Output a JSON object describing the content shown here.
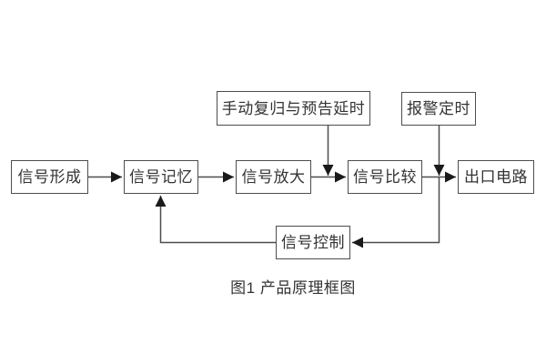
{
  "diagram": {
    "caption": "图1 产品原理框图",
    "colors": {
      "background": "#ffffff",
      "line": "#4d4d4d",
      "arrowhead": "#1a1a1a",
      "text": "#333333"
    },
    "nodes": {
      "signal_forming": {
        "label": "信号形成"
      },
      "signal_memory": {
        "label": "信号记忆"
      },
      "signal_amplify": {
        "label": "信号放大"
      },
      "signal_compare": {
        "label": "信号比较"
      },
      "output_circuit": {
        "label": "出口电路"
      },
      "manual_reset_delay": {
        "label": "手动复归与预告延时"
      },
      "alarm_timing": {
        "label": "报警定时"
      },
      "signal_control": {
        "label": "信号控制"
      }
    },
    "edges": [
      {
        "from": "信号形成",
        "to": "信号记忆"
      },
      {
        "from": "信号记忆",
        "to": "信号放大"
      },
      {
        "from": "信号放大",
        "to": "信号比较"
      },
      {
        "from": "信号比较",
        "to": "出口电路"
      },
      {
        "from": "手动复归与预告延时",
        "to": "信号放大→信号比较 连线"
      },
      {
        "from": "报警定时",
        "to": "信号比较→出口电路 连线"
      },
      {
        "from": "信号比较→出口电路 连线",
        "to": "信号控制"
      },
      {
        "from": "信号控制",
        "to": "信号记忆"
      }
    ]
  }
}
